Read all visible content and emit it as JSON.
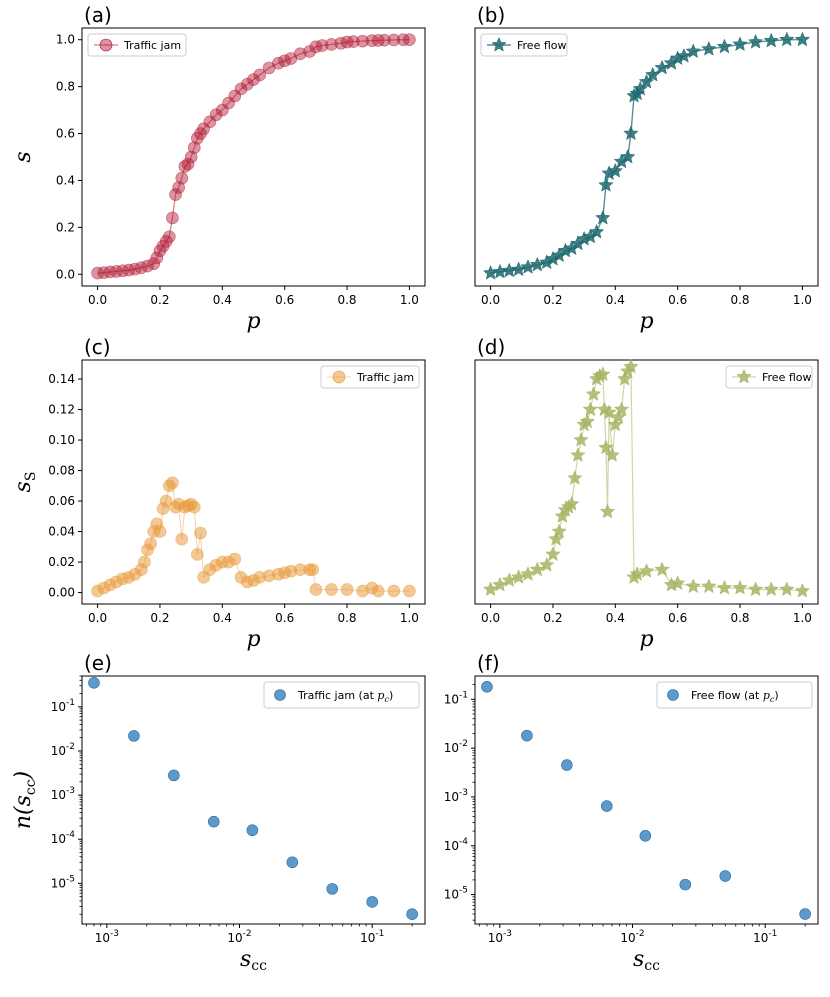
{
  "colors": {
    "traffic_jam_s": "#b0152e",
    "free_flow_s": "#1f6a70",
    "traffic_jam_ss": "#e89a3c",
    "free_flow_ss": "#a9b565",
    "scatter": "#4a8fc7",
    "scatter_edge": "#2f6ea3"
  },
  "chart_data": [
    {
      "panel": "(a)",
      "type": "line",
      "marker": "circle",
      "xlabel": "p",
      "ylabel": "s",
      "xlim": [
        -0.05,
        1.05
      ],
      "ylim": [
        -0.05,
        1.05
      ],
      "xticks": [
        "0.0",
        "0.2",
        "0.4",
        "0.6",
        "0.8",
        "1.0"
      ],
      "yticks": [
        "0.0",
        "0.2",
        "0.4",
        "0.6",
        "0.8",
        "1.0"
      ],
      "legend": "top-left",
      "series": [
        {
          "name": "Traffic jam",
          "x": [
            0.0,
            0.02,
            0.04,
            0.06,
            0.08,
            0.1,
            0.12,
            0.14,
            0.16,
            0.18,
            0.19,
            0.2,
            0.21,
            0.22,
            0.23,
            0.24,
            0.25,
            0.26,
            0.27,
            0.28,
            0.29,
            0.3,
            0.31,
            0.32,
            0.33,
            0.34,
            0.36,
            0.38,
            0.4,
            0.42,
            0.44,
            0.46,
            0.48,
            0.5,
            0.52,
            0.55,
            0.58,
            0.6,
            0.62,
            0.65,
            0.68,
            0.7,
            0.72,
            0.75,
            0.78,
            0.8,
            0.82,
            0.85,
            0.88,
            0.9,
            0.92,
            0.95,
            0.98,
            1.0
          ],
          "y": [
            0.005,
            0.007,
            0.01,
            0.012,
            0.015,
            0.018,
            0.022,
            0.028,
            0.035,
            0.045,
            0.07,
            0.1,
            0.12,
            0.14,
            0.16,
            0.24,
            0.34,
            0.37,
            0.41,
            0.46,
            0.47,
            0.5,
            0.54,
            0.58,
            0.6,
            0.62,
            0.65,
            0.68,
            0.7,
            0.73,
            0.76,
            0.79,
            0.81,
            0.83,
            0.85,
            0.88,
            0.9,
            0.91,
            0.92,
            0.94,
            0.95,
            0.97,
            0.975,
            0.98,
            0.985,
            0.99,
            0.992,
            0.994,
            0.996,
            0.997,
            0.998,
            0.999,
            1.0,
            1.0
          ]
        }
      ]
    },
    {
      "panel": "(b)",
      "type": "line",
      "marker": "star",
      "xlabel": "p",
      "ylabel": "",
      "xlim": [
        -0.05,
        1.05
      ],
      "ylim": [
        -0.05,
        1.05
      ],
      "xticks": [
        "0.0",
        "0.2",
        "0.4",
        "0.6",
        "0.8",
        "1.0"
      ],
      "yticks": [],
      "legend": "top-left",
      "series": [
        {
          "name": "Free flow",
          "x": [
            0.0,
            0.03,
            0.06,
            0.09,
            0.12,
            0.15,
            0.18,
            0.2,
            0.22,
            0.24,
            0.26,
            0.28,
            0.3,
            0.32,
            0.34,
            0.36,
            0.37,
            0.38,
            0.4,
            0.42,
            0.44,
            0.45,
            0.46,
            0.47,
            0.48,
            0.5,
            0.52,
            0.55,
            0.58,
            0.6,
            0.62,
            0.65,
            0.7,
            0.75,
            0.8,
            0.85,
            0.9,
            0.95,
            1.0
          ],
          "y": [
            0.005,
            0.01,
            0.015,
            0.02,
            0.03,
            0.04,
            0.05,
            0.065,
            0.08,
            0.1,
            0.11,
            0.13,
            0.15,
            0.16,
            0.18,
            0.24,
            0.38,
            0.43,
            0.44,
            0.48,
            0.5,
            0.6,
            0.76,
            0.77,
            0.79,
            0.82,
            0.85,
            0.88,
            0.9,
            0.92,
            0.93,
            0.95,
            0.96,
            0.97,
            0.98,
            0.99,
            0.995,
            1.0,
            1.0
          ]
        }
      ]
    },
    {
      "panel": "(c)",
      "type": "line",
      "marker": "circle",
      "xlabel": "p",
      "ylabel": "s",
      "ylabel_sub": "S",
      "xlim": [
        -0.05,
        1.05
      ],
      "ylim": [
        -0.0075,
        0.1525
      ],
      "xticks": [
        "0.0",
        "0.2",
        "0.4",
        "0.6",
        "0.8",
        "1.0"
      ],
      "yticks": [
        "0.00",
        "0.02",
        "0.04",
        "0.06",
        "0.08",
        "0.10",
        "0.12",
        "0.14"
      ],
      "legend": "top-right",
      "series": [
        {
          "name": "Traffic jam",
          "x": [
            0.0,
            0.02,
            0.04,
            0.06,
            0.08,
            0.1,
            0.12,
            0.14,
            0.15,
            0.16,
            0.17,
            0.18,
            0.19,
            0.2,
            0.21,
            0.22,
            0.23,
            0.24,
            0.25,
            0.26,
            0.27,
            0.28,
            0.29,
            0.3,
            0.31,
            0.32,
            0.33,
            0.34,
            0.36,
            0.38,
            0.4,
            0.42,
            0.44,
            0.46,
            0.48,
            0.5,
            0.52,
            0.55,
            0.58,
            0.6,
            0.62,
            0.65,
            0.68,
            0.69,
            0.7,
            0.75,
            0.8,
            0.85,
            0.88,
            0.9,
            0.95,
            1.0
          ],
          "y": [
            0.001,
            0.003,
            0.005,
            0.007,
            0.009,
            0.01,
            0.012,
            0.015,
            0.02,
            0.028,
            0.032,
            0.04,
            0.045,
            0.04,
            0.055,
            0.06,
            0.07,
            0.072,
            0.056,
            0.058,
            0.035,
            0.056,
            0.057,
            0.058,
            0.056,
            0.025,
            0.039,
            0.01,
            0.015,
            0.018,
            0.02,
            0.02,
            0.022,
            0.01,
            0.007,
            0.008,
            0.01,
            0.011,
            0.012,
            0.013,
            0.014,
            0.015,
            0.015,
            0.015,
            0.002,
            0.002,
            0.002,
            0.001,
            0.003,
            0.001,
            0.001,
            0.001
          ]
        }
      ]
    },
    {
      "panel": "(d)",
      "type": "line",
      "marker": "star",
      "xlabel": "p",
      "ylabel": "",
      "xlim": [
        -0.05,
        1.05
      ],
      "ylim": [
        -0.0075,
        0.1525
      ],
      "xticks": [
        "0.0",
        "0.2",
        "0.4",
        "0.6",
        "0.8",
        "1.0"
      ],
      "yticks": [],
      "legend": "top-right",
      "series": [
        {
          "name": "Free flow",
          "x": [
            0.0,
            0.03,
            0.06,
            0.09,
            0.12,
            0.15,
            0.18,
            0.2,
            0.21,
            0.22,
            0.23,
            0.24,
            0.25,
            0.26,
            0.27,
            0.28,
            0.29,
            0.3,
            0.31,
            0.32,
            0.33,
            0.34,
            0.35,
            0.36,
            0.365,
            0.37,
            0.375,
            0.38,
            0.39,
            0.4,
            0.41,
            0.42,
            0.43,
            0.44,
            0.45,
            0.46,
            0.47,
            0.5,
            0.55,
            0.58,
            0.6,
            0.65,
            0.7,
            0.75,
            0.8,
            0.85,
            0.9,
            0.95,
            1.0
          ],
          "y": [
            0.002,
            0.005,
            0.008,
            0.01,
            0.012,
            0.015,
            0.018,
            0.025,
            0.035,
            0.04,
            0.05,
            0.054,
            0.056,
            0.058,
            0.075,
            0.09,
            0.1,
            0.11,
            0.112,
            0.12,
            0.13,
            0.14,
            0.142,
            0.143,
            0.12,
            0.095,
            0.053,
            0.118,
            0.09,
            0.11,
            0.115,
            0.12,
            0.14,
            0.145,
            0.148,
            0.01,
            0.012,
            0.014,
            0.015,
            0.005,
            0.006,
            0.004,
            0.004,
            0.003,
            0.003,
            0.002,
            0.002,
            0.002,
            0.001
          ]
        }
      ]
    },
    {
      "panel": "(e)",
      "type": "scatter",
      "xscale": "log",
      "yscale": "log",
      "xlabel": "s",
      "xlabel_sub": "cc",
      "ylabel": "n(s",
      "ylabel_sub": "cc",
      "ylabel_tail": ")",
      "xlim": [
        0.00065,
        0.25
      ],
      "ylim": [
        1.2e-06,
        0.5
      ],
      "xticks": [
        {
          "base": "10",
          "exp": "-3",
          "value": 0.001
        },
        {
          "base": "10",
          "exp": "-2",
          "value": 0.01
        },
        {
          "base": "10",
          "exp": "-1",
          "value": 0.1
        }
      ],
      "yticks": [
        {
          "base": "10",
          "exp": "-5",
          "value": 1e-05
        },
        {
          "base": "10",
          "exp": "-4",
          "value": 0.0001
        },
        {
          "base": "10",
          "exp": "-3",
          "value": 0.001
        },
        {
          "base": "10",
          "exp": "-2",
          "value": 0.01
        },
        {
          "base": "10",
          "exp": "-1",
          "value": 0.1
        }
      ],
      "legend": "top-right",
      "series": [
        {
          "name": "Traffic jam (at ",
          "name_math": "p",
          "name_sub": "c",
          "name_tail": ")",
          "x": [
            0.0008,
            0.0016,
            0.0032,
            0.0064,
            0.0125,
            0.025,
            0.05,
            0.1,
            0.2
          ],
          "y": [
            0.35,
            0.022,
            0.0028,
            0.00025,
            0.00016,
            3e-05,
            7.5e-06,
            3.8e-06,
            2e-06
          ]
        }
      ]
    },
    {
      "panel": "(f)",
      "type": "scatter",
      "xscale": "log",
      "yscale": "log",
      "xlabel": "s",
      "xlabel_sub": "cc",
      "ylabel": "",
      "xlim": [
        0.00065,
        0.25
      ],
      "ylim": [
        2.5e-06,
        0.3
      ],
      "xticks": [
        {
          "base": "10",
          "exp": "-3",
          "value": 0.001
        },
        {
          "base": "10",
          "exp": "-2",
          "value": 0.01
        },
        {
          "base": "10",
          "exp": "-1",
          "value": 0.1
        }
      ],
      "yticks": [
        {
          "base": "10",
          "exp": "-5",
          "value": 1e-05
        },
        {
          "base": "10",
          "exp": "-4",
          "value": 0.0001
        },
        {
          "base": "10",
          "exp": "-3",
          "value": 0.001
        },
        {
          "base": "10",
          "exp": "-2",
          "value": 0.01
        },
        {
          "base": "10",
          "exp": "-1",
          "value": 0.1
        }
      ],
      "legend": "top-right",
      "series": [
        {
          "name": "Free flow (at ",
          "name_math": "p",
          "name_sub": "c",
          "name_tail": ")",
          "x": [
            0.0008,
            0.0016,
            0.0032,
            0.0064,
            0.0125,
            0.025,
            0.05,
            0.2
          ],
          "y": [
            0.18,
            0.018,
            0.0045,
            0.00065,
            0.00016,
            1.6e-05,
            2.4e-05,
            4e-06
          ]
        }
      ]
    }
  ]
}
